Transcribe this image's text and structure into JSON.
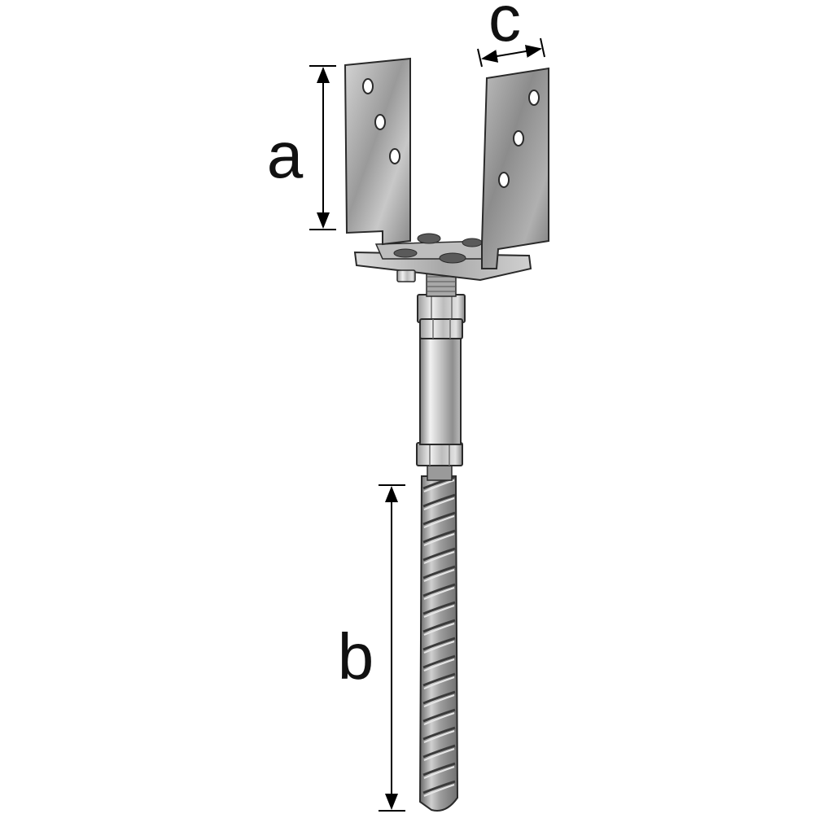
{
  "figure": {
    "product": "u-shaped-post-base-with-rebar-anchor",
    "dimensions": {
      "a": "a",
      "b": "b",
      "c": "c"
    },
    "colors": {
      "background": "#ffffff",
      "steel_light": "#e8e8e8",
      "steel_mid": "#b8b8b8",
      "steel_dark": "#6e6e6e",
      "outline": "#2a2a2a",
      "dimension_line": "#000000"
    }
  }
}
